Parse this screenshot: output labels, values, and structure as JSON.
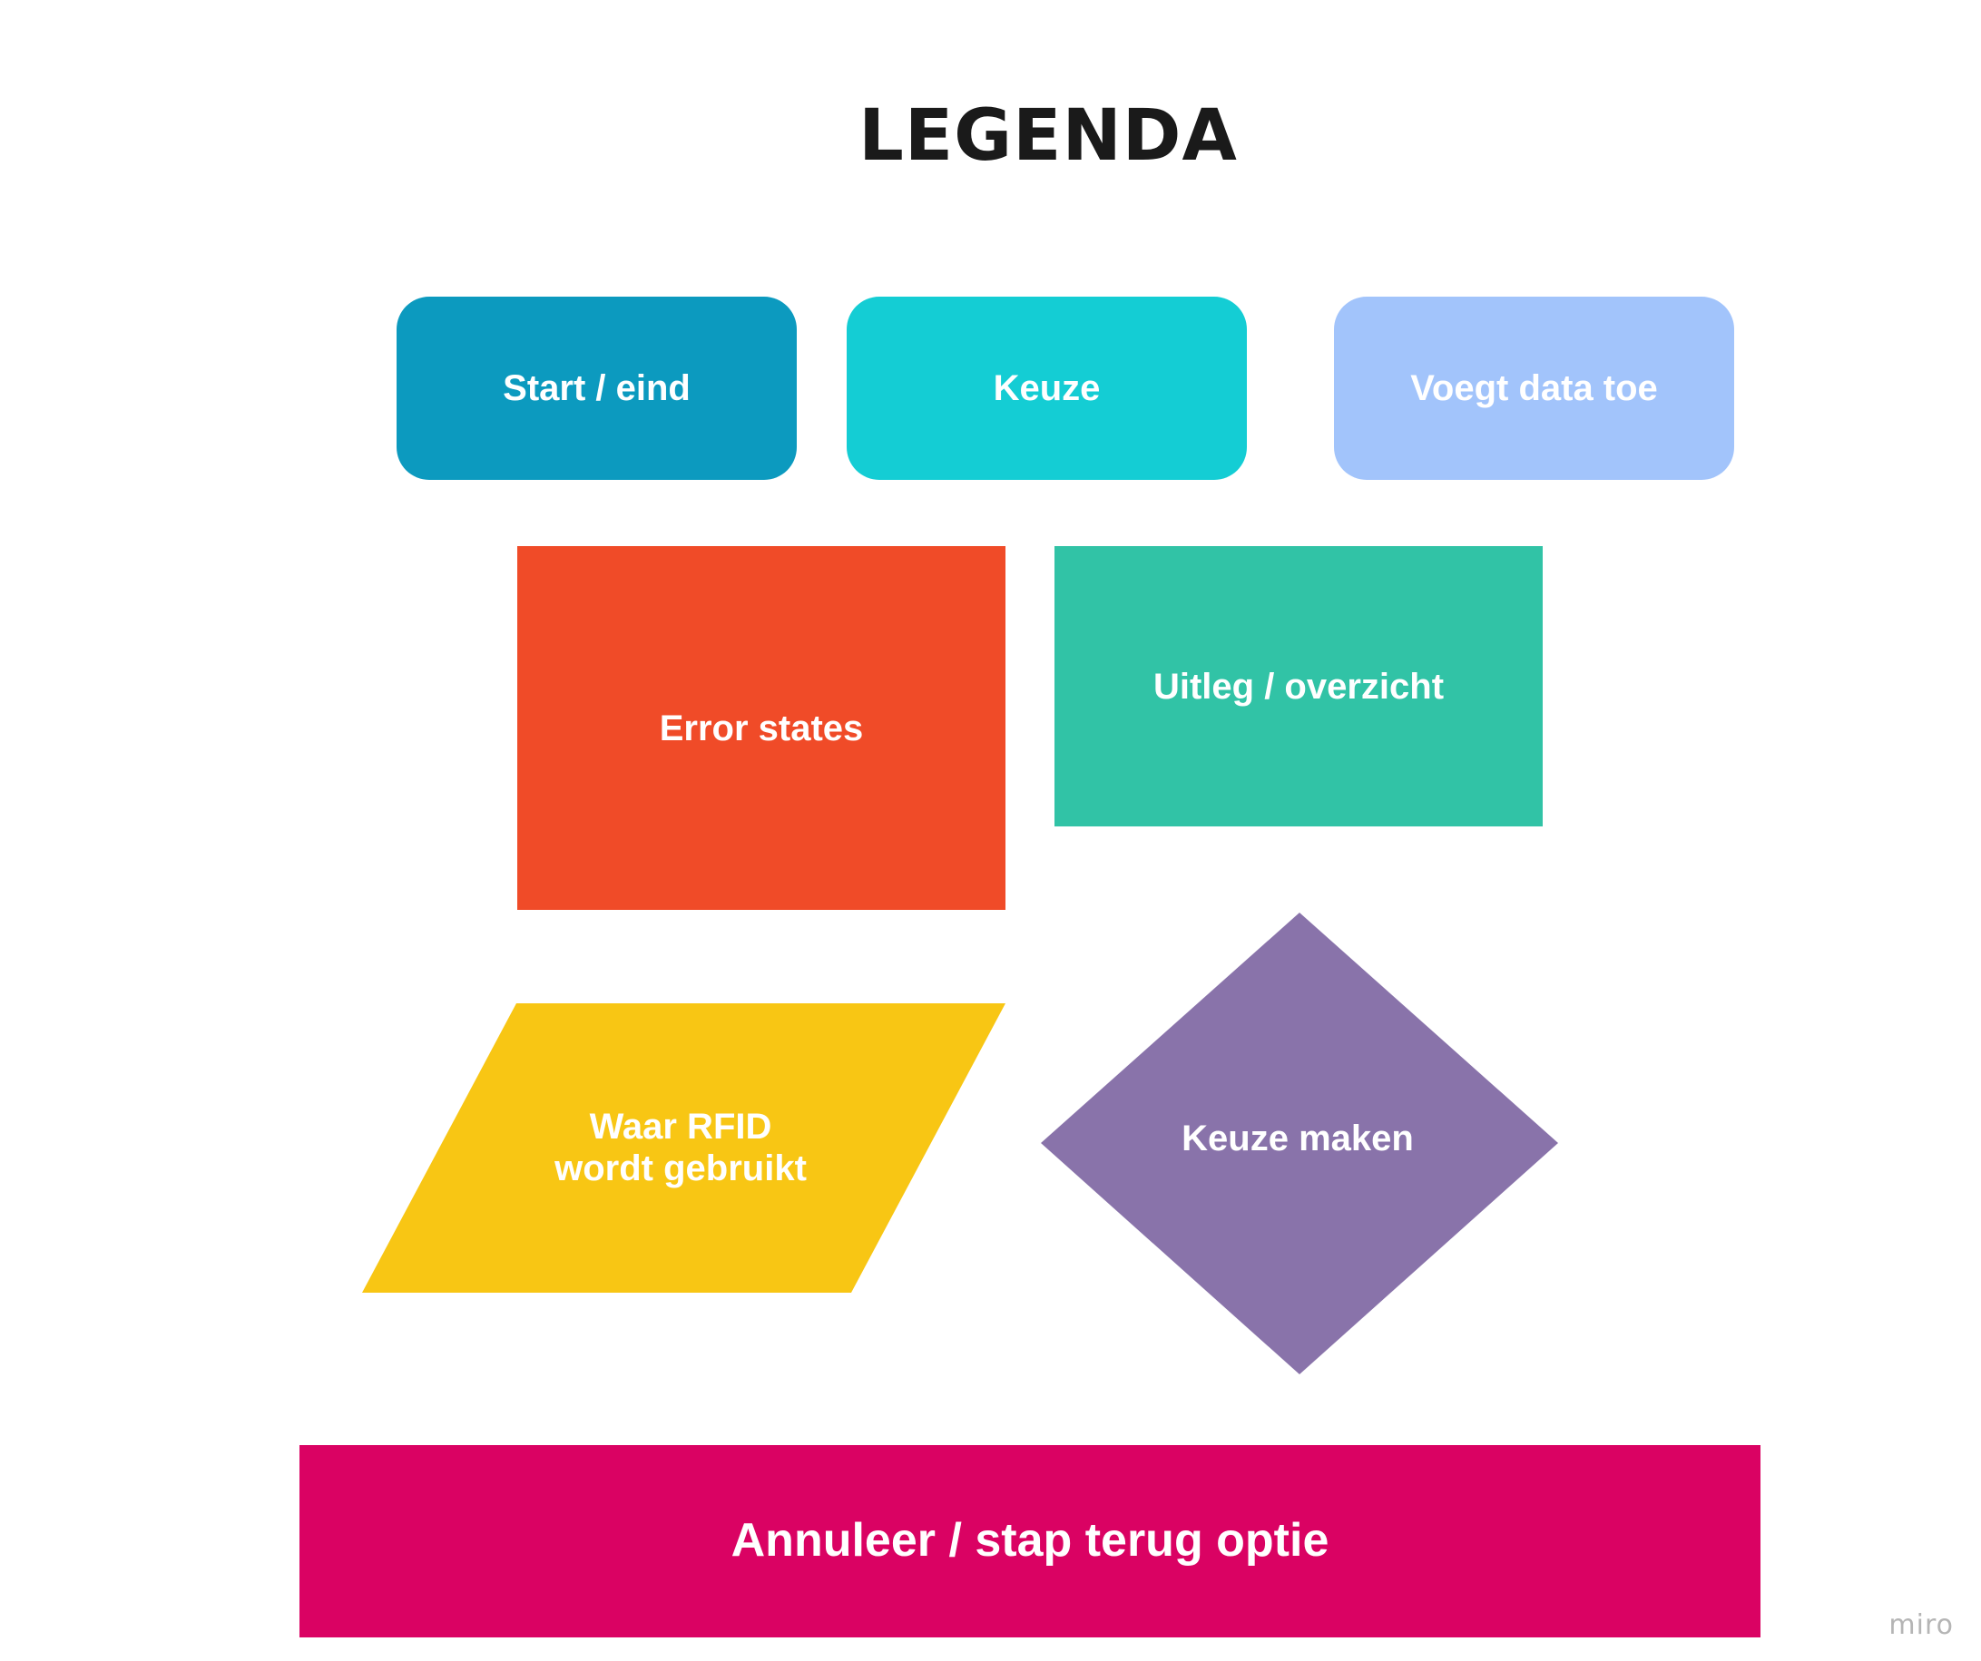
{
  "title": "LEGENDA",
  "legend": {
    "start_eind": {
      "label": "Start / eind",
      "color": "#0C9ABF"
    },
    "keuze": {
      "label": "Keuze",
      "color": "#14CDD4"
    },
    "voegt_data_toe": {
      "label": "Voegt data toe",
      "color": "#A2C4FB"
    },
    "error_states": {
      "label": "Error states",
      "color": "#F04B28"
    },
    "uitleg_overzicht": {
      "label": "Uitleg / overzicht",
      "color": "#31C3A6"
    },
    "waar_rfid": {
      "line1": "Waar RFID",
      "line2": "wordt gebruikt",
      "color": "#F8C614"
    },
    "keuze_maken": {
      "label": "Keuze maken",
      "color": "#8973AA"
    },
    "annuleer": {
      "label": "Annuleer / stap terug optie",
      "color": "#DA0263"
    }
  },
  "watermark": "miro"
}
